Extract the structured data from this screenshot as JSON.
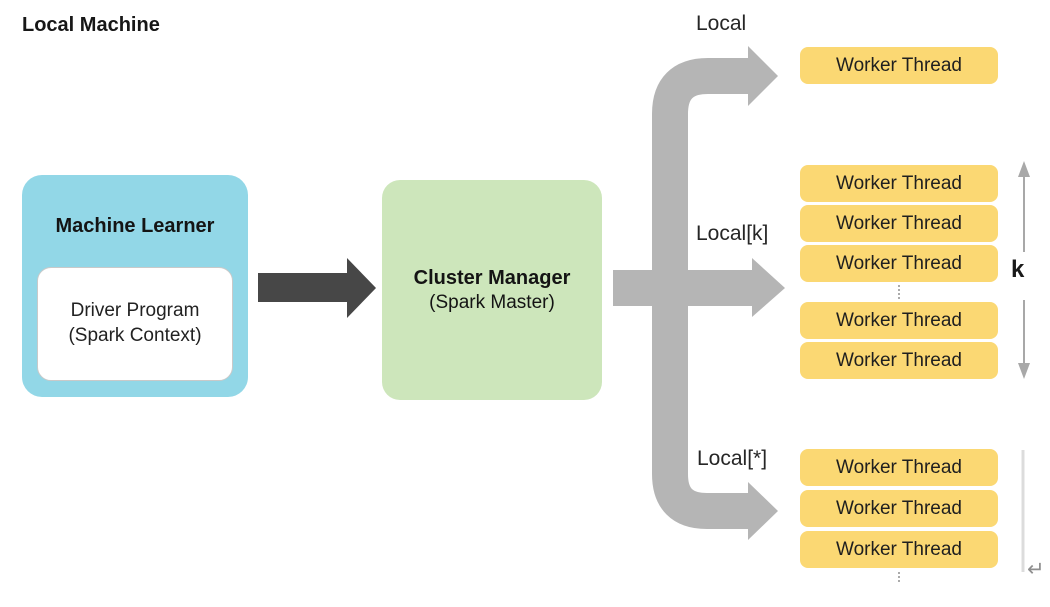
{
  "title": "Local Machine",
  "machine_learner": {
    "title": "Machine Learner",
    "driver_line1": "Driver Program",
    "driver_line2": "(Spark Context)"
  },
  "cluster_manager": {
    "title": "Cluster Manager",
    "subtitle": "(Spark Master)"
  },
  "branches": {
    "local": {
      "label": "Local",
      "worker_count": 1
    },
    "local_k": {
      "label": "Local[k]",
      "worker_count": 5,
      "annotation": "k",
      "truncated": true
    },
    "local_star": {
      "label": "Local[*]",
      "worker_count": 3,
      "truncated": true
    }
  },
  "worker_label": "Worker Thread",
  "return_symbol": "↵",
  "colors": {
    "machine_learner_fill": "#92d7e7",
    "cluster_manager_fill": "#cde6bb",
    "worker_fill": "#fbd873",
    "dark_arrow": "#474747",
    "branch_arrow": "#b5b5b5",
    "span_arrow": "#a8a8a8"
  }
}
